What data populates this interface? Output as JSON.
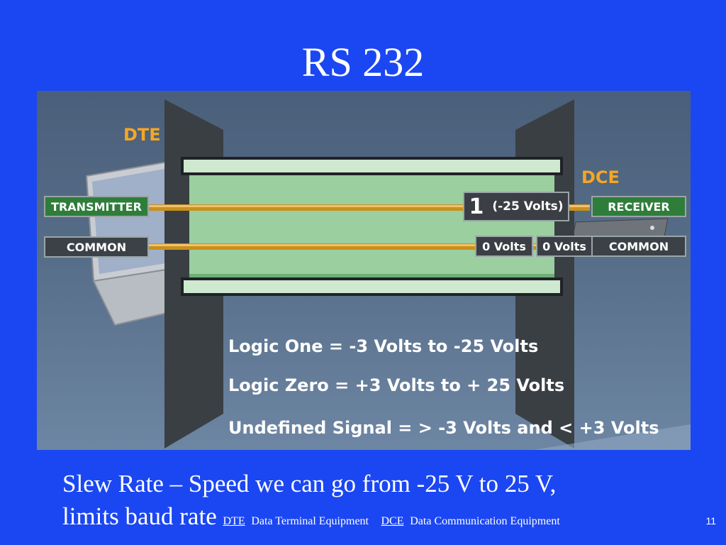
{
  "slide": {
    "title": "RS 232",
    "page_number": "11"
  },
  "diagram": {
    "dte_label": "DTE",
    "dce_label": "DCE",
    "transmitter_label": "TRANSMITTER",
    "receiver_label": "RECEIVER",
    "common_left_label": "COMMON",
    "common_right_label": "COMMON",
    "signal_value": "1",
    "signal_volts": "(-25 Volts)",
    "zero_left": "0 Volts",
    "zero_right": "0 Volts",
    "rules": [
      "Logic One  =  -3 Volts to -25 Volts",
      "Logic Zero  =  +3 Volts to + 25 Volts",
      "Undefined Signal = > -3 Volts and < +3 Volts"
    ]
  },
  "footer": {
    "line1": "Slew Rate – Speed we can go from -25 V to 25 V,",
    "line2": "limits baud rate",
    "dte_abbr": "DTE",
    "dte_def": "Data Terminal Equipment",
    "dce_abbr": "DCE",
    "dce_def": "Data Communication Equipment"
  },
  "colors": {
    "background": "#1b47f2",
    "green_tag": "#2f7d3b",
    "orange_label": "#f5a623"
  }
}
